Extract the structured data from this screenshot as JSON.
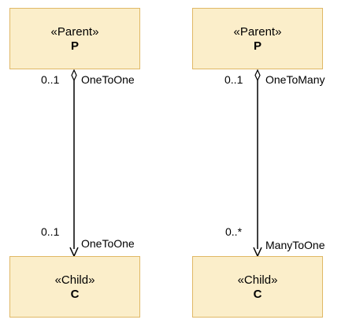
{
  "diagram": {
    "left": {
      "parent": {
        "stereotype": "«Parent»",
        "name": "P"
      },
      "child": {
        "stereotype": "«Child»",
        "name": "C"
      },
      "parent_multiplicity": "0..1",
      "parent_role": "OneToOne",
      "child_multiplicity": "0..1",
      "child_role": "OneToOne"
    },
    "right": {
      "parent": {
        "stereotype": "«Parent»",
        "name": "P"
      },
      "child": {
        "stereotype": "«Child»",
        "name": "C"
      },
      "parent_multiplicity": "0..1",
      "parent_role": "OneToMany",
      "child_multiplicity": "0..*",
      "child_role": "ManyToOne"
    }
  }
}
